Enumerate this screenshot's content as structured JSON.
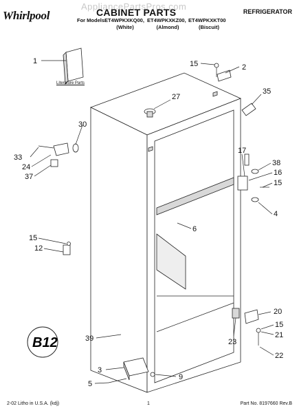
{
  "header": {
    "brand": "Whirlpool",
    "watermark": "AppliancePartsPros.com",
    "title": "CABINET PARTS",
    "category": "REFRIGERATOR",
    "models_prefix": "For Models:",
    "models": [
      "ET4WPKXKQ00,",
      "ET4WPKXKZ00,",
      "ET4WPKXKT00"
    ],
    "variants": [
      "(White)",
      "(Almond)",
      "(Biscuit)"
    ]
  },
  "literature_label": "Literature Parts",
  "callouts": [
    "1",
    "2",
    "3",
    "4",
    "5",
    "6",
    "9",
    "12",
    "15",
    "15",
    "15",
    "15",
    "16",
    "17",
    "20",
    "21",
    "22",
    "23",
    "24",
    "27",
    "30",
    "33",
    "35",
    "37",
    "38",
    "39"
  ],
  "footer": {
    "left": "2-02 Litho in U.S.A. (kdj)",
    "page": "1",
    "right": "Part No. 8197660 Rev.B"
  }
}
